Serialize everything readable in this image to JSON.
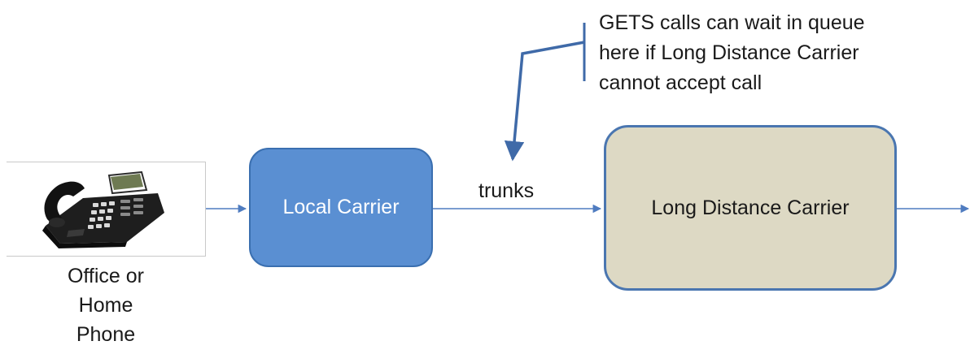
{
  "nodes": {
    "phone": {
      "caption_lines": [
        "Office or",
        "Home",
        "Phone"
      ],
      "icon": "desk-phone-icon"
    },
    "local_carrier": {
      "label": "Local Carrier",
      "color": "#5a8fd2"
    },
    "long_distance_carrier": {
      "label": "Long Distance Carrier",
      "color": "#ddd9c4"
    }
  },
  "edges": [
    {
      "from": "phone",
      "to": "local_carrier",
      "label": ""
    },
    {
      "from": "local_carrier",
      "to": "long_distance_carrier",
      "label": "trunks"
    },
    {
      "from": "long_distance_carrier",
      "to": "offscreen",
      "label": ""
    }
  ],
  "callout": {
    "lines": [
      "GETS calls can wait in queue",
      "here if Long Distance Carrier",
      "cannot accept call"
    ],
    "points_to": "trunks"
  },
  "colors": {
    "arrow": "#4f7cc0",
    "callout_stroke": "#3f6aa8"
  }
}
